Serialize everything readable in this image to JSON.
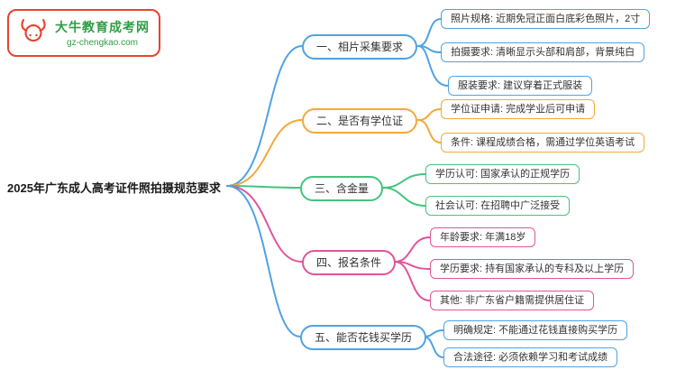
{
  "logo": {
    "title": "大牛教育成考网",
    "url": "gz-chengkao.com",
    "icon": "bull-icon",
    "border_color": "#e8432f",
    "text_color": "#2f9e44"
  },
  "root": {
    "label": "2025年广东成人高考证件照拍摄规范要求"
  },
  "colors": {
    "blue": "#4fa3e3",
    "orange": "#f2a93b",
    "green": "#45c47e",
    "pink": "#e0549b"
  },
  "branches": [
    {
      "label": "一、相片采集要求",
      "color": "#4fa3e3",
      "children": [
        "照片规格: 近期免冠正面白底彩色照片，2寸",
        "拍摄要求: 清晰显示头部和肩部，背景纯白",
        "服装要求: 建议穿着正式服装"
      ]
    },
    {
      "label": "二、是否有学位证",
      "color": "#f2a93b",
      "children": [
        "学位证申请: 完成学业后可申请",
        "条件: 课程成绩合格，需通过学位英语考试"
      ]
    },
    {
      "label": "三、含金量",
      "color": "#45c47e",
      "children": [
        "学历认可: 国家承认的正规学历",
        "社会认可: 在招聘中广泛接受"
      ]
    },
    {
      "label": "四、报名条件",
      "color": "#e0549b",
      "children": [
        "年龄要求: 年满18岁",
        "学历要求: 持有国家承认的专科及以上学历",
        "其他: 非广东省户籍需提供居住证"
      ]
    },
    {
      "label": "五、能否花钱买学历",
      "color": "#4fa3e3",
      "children": [
        "明确规定: 不能通过花钱直接购买学历",
        "合法途径: 必须依赖学习和考试成绩"
      ]
    }
  ]
}
